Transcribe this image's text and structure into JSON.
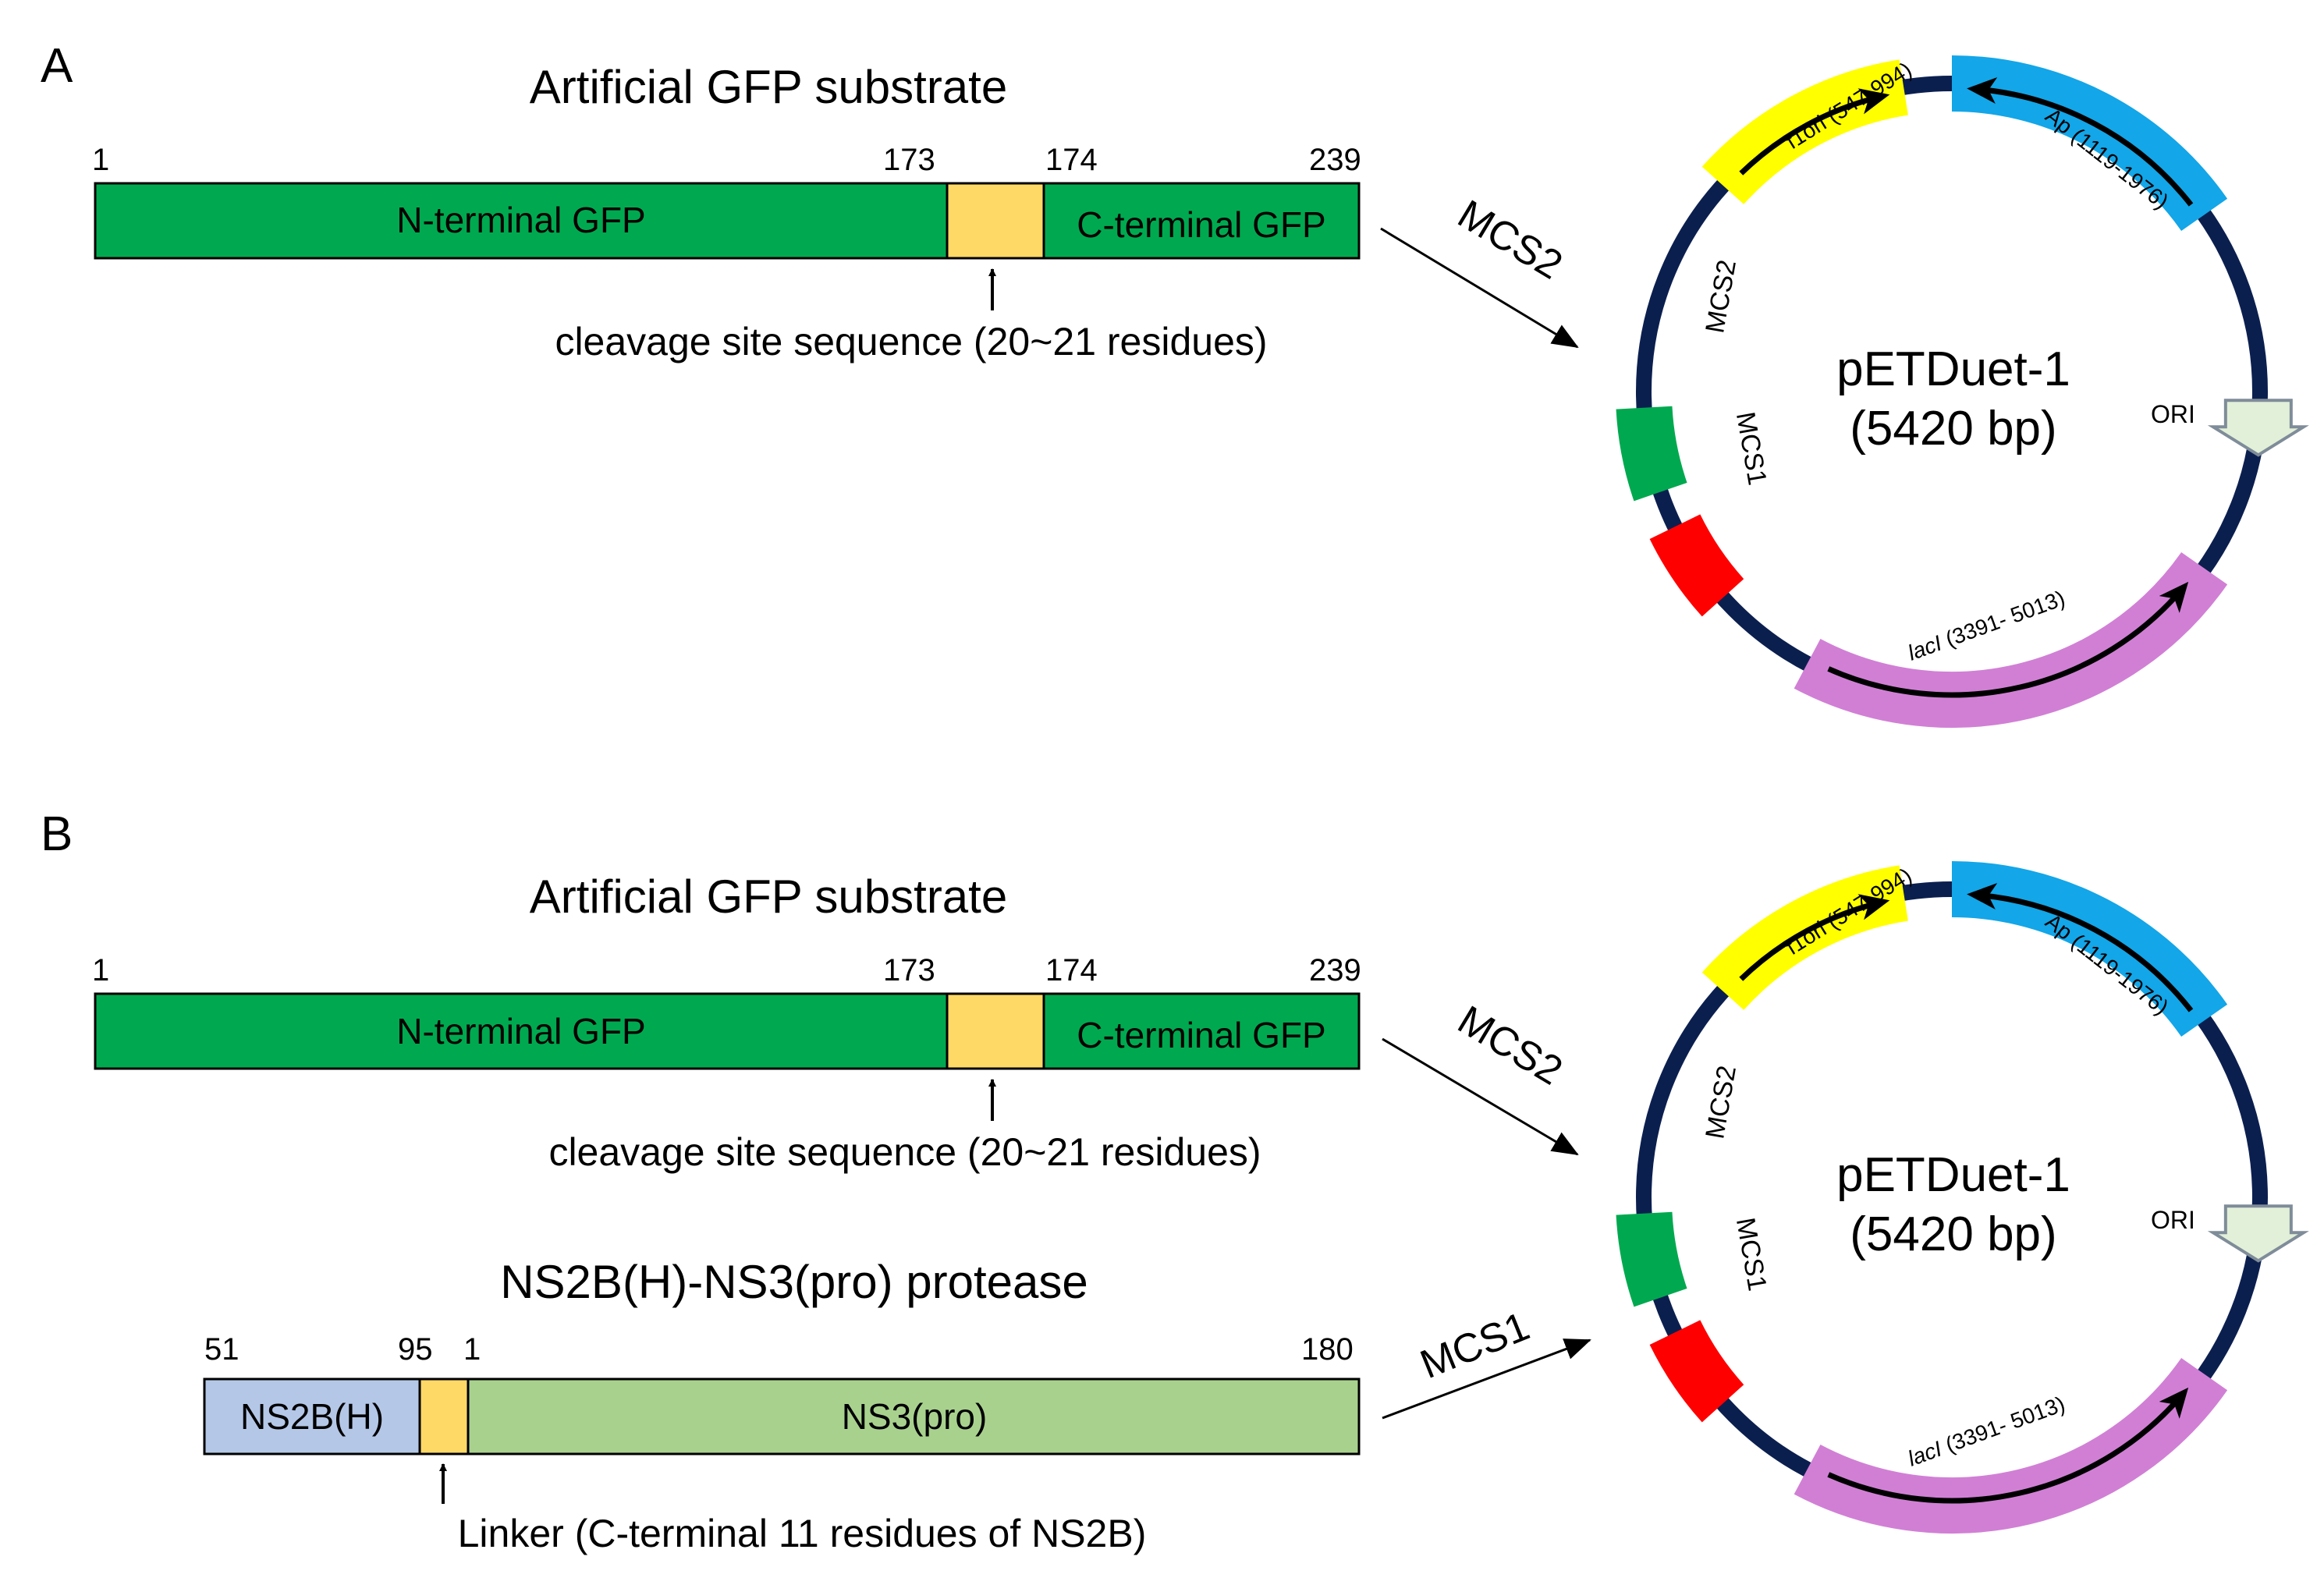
{
  "panels": [
    {
      "letter": "A",
      "substrate": {
        "title": "Artificial GFP substrate",
        "numbers": {
          "start": "1",
          "n_end": "173",
          "c_start": "174",
          "end": "239"
        },
        "n_label": "N-terminal GFP",
        "c_label": "C-terminal GFP",
        "cleavage_label": "cleavage site sequence (20~21 residues)"
      },
      "arrow_labels": [
        "MCS2"
      ],
      "plasmid": {
        "name": "pETDuet-1",
        "size": "(5420 bp)",
        "features": {
          "f1ori": "f1ori (547-994)",
          "ap": "Ap (1119-1976)",
          "ori": "ORI",
          "lacI_italic": "lacI",
          "lacI_range": " (3391- 5013)",
          "mcs1": "MCS1",
          "mcs2": "MCS2"
        }
      }
    },
    {
      "letter": "B",
      "substrate": {
        "title": "Artificial GFP substrate",
        "numbers": {
          "start": "1",
          "n_end": "173",
          "c_start": "174",
          "end": "239"
        },
        "n_label": "N-terminal GFP",
        "c_label": "C-terminal GFP",
        "cleavage_label": "cleavage site sequence (20~21 residues)"
      },
      "protease": {
        "title": "NS2B(H)-NS3(pro) protease",
        "numbers": {
          "ns2b_start": "51",
          "ns2b_end": "95",
          "ns3_start": "1",
          "ns3_end": "180"
        },
        "ns2b_label": "NS2B(H)",
        "ns3_label": "NS3(pro)",
        "linker_label": "Linker (C-terminal 11 residues of NS2B)"
      },
      "arrow_labels": [
        "MCS2",
        "MCS1"
      ],
      "plasmid": {
        "name": "pETDuet-1",
        "size": "(5420 bp)",
        "features": {
          "f1ori": "f1ori (547-994)",
          "ap": "Ap (1119-1976)",
          "ori": "ORI",
          "lacI_italic": "lacI",
          "lacI_range": " (3391- 5013)",
          "mcs1": "MCS1",
          "mcs2": "MCS2"
        }
      }
    }
  ],
  "colors": {
    "gfp_green": "#00a94f",
    "cleavage_yellow": "#ffd966",
    "ns2b_blue": "#b4c7e7",
    "ns3_green": "#a9d18e",
    "backbone_navy": "#0b1f4f",
    "f1ori_yellow": "#ffff00",
    "ap_blue": "#13a6e8",
    "lacI_purple": "#d17fd5",
    "mcs1_red": "#ff0000",
    "mcs2_green": "#00a94f",
    "ori_fill": "#e2f0d9"
  }
}
